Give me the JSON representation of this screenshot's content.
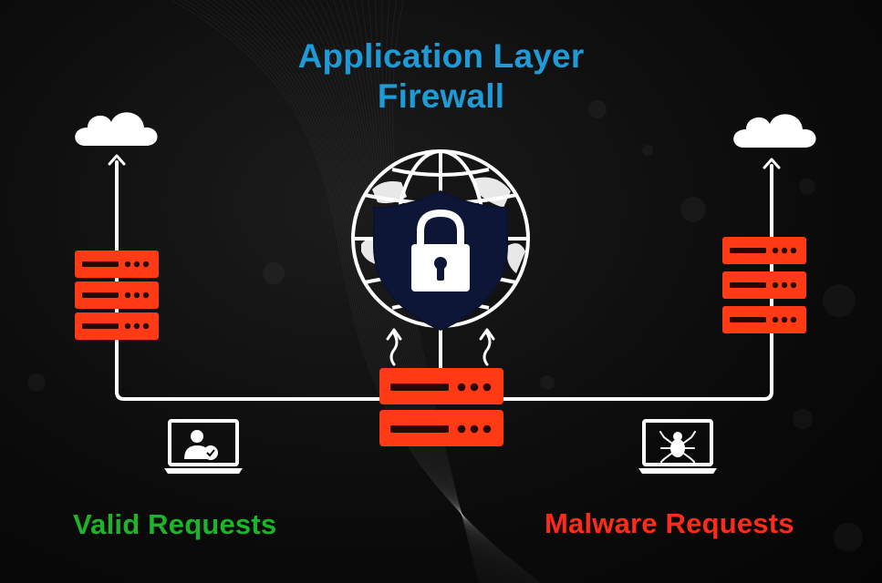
{
  "title": {
    "line1": "Application Layer",
    "line2": "Firewall",
    "color": "#1e9ad6"
  },
  "valid": {
    "label": "Valid Requests",
    "color": "#1db42c"
  },
  "malware": {
    "label": "Malware Requests",
    "color": "#ff2a17"
  },
  "colors": {
    "server": "#ff3a14",
    "shield": "#0e1638",
    "line": "#ffffff",
    "background": "#0a0a0a"
  },
  "icons": {
    "cloud_left": "cloud-icon",
    "cloud_right": "cloud-icon",
    "server_left": "server-stack-icon",
    "server_right": "server-stack-icon",
    "server_center": "server-stack-icon",
    "firewall": "globe-shield-lock-icon",
    "valid_laptop": "laptop-user-check-icon",
    "malware_laptop": "laptop-bug-icon"
  }
}
